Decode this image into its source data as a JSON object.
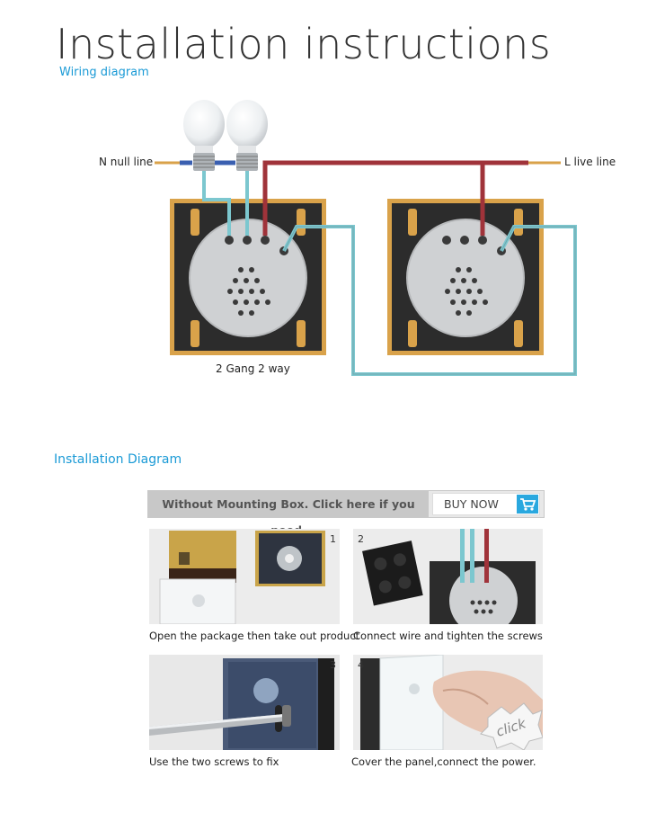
{
  "header": {
    "title": "Installation instructions",
    "wiring_subtitle": "Wiring diagram"
  },
  "wiring": {
    "n_label": "N null line",
    "l_label": "L live line",
    "gang_label": "2 Gang 2 way",
    "wire_colors": {
      "neutral": "#3a5fb0",
      "live": "#a0333a",
      "traveler": "#7cc7cf",
      "frame": "#d9a24a"
    }
  },
  "install": {
    "subtitle": "Installation Diagram",
    "buy_bar": {
      "text": "Without Mounting Box. Click here if you need.",
      "button_label": "BUY NOW",
      "icon": "cart-icon"
    },
    "steps": [
      {
        "number": "1",
        "caption": "Open the package then take out product"
      },
      {
        "number": "2",
        "caption": "Connect wire and tighten the screws"
      },
      {
        "number": "3",
        "caption": "Use the two screws to fix"
      },
      {
        "number": "4",
        "caption": "Cover the panel,connect the power.",
        "overlay": "click"
      }
    ]
  }
}
